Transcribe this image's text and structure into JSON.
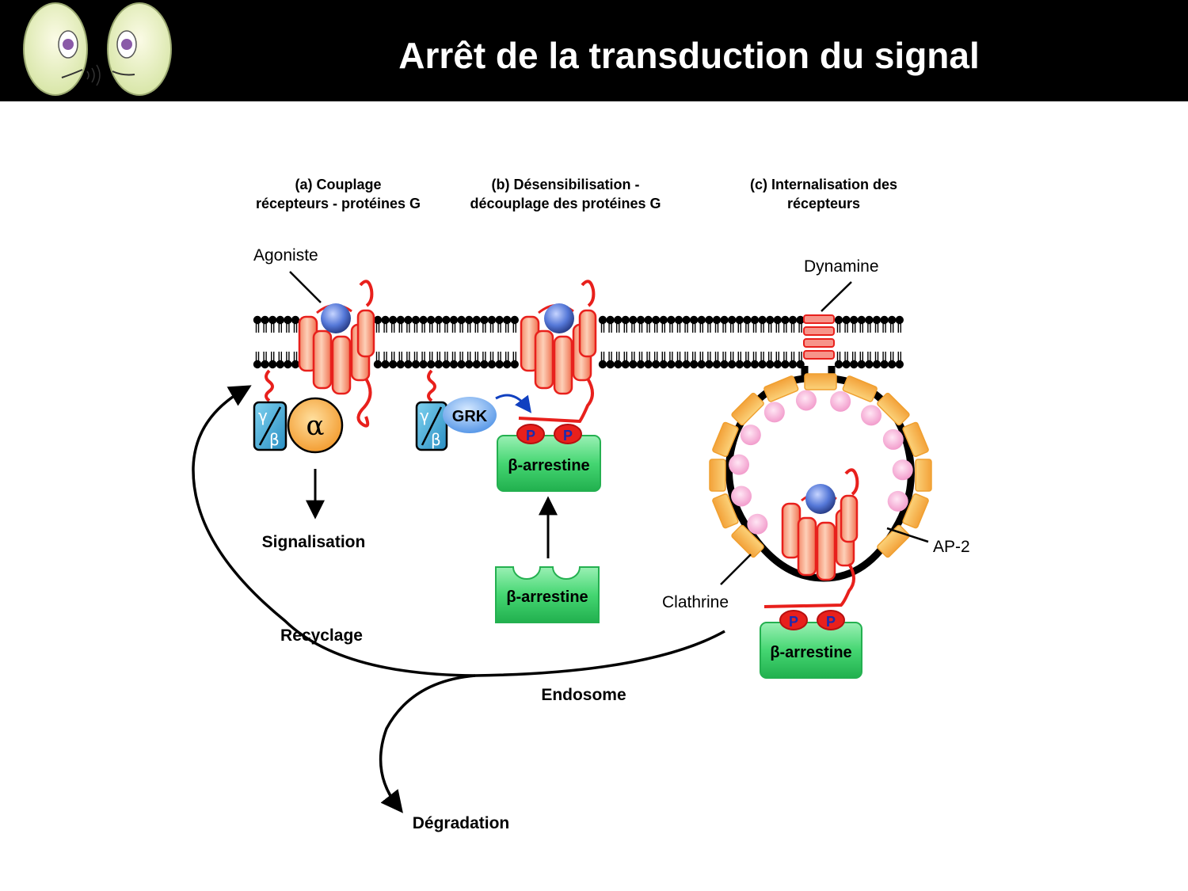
{
  "slide": {
    "title": "Arrêt de la transduction du signal",
    "logo_icon": "two-faces-talking-icon"
  },
  "panels": {
    "a": {
      "line1": "(a) Couplage",
      "line2": "récepteurs - protéines G"
    },
    "b": {
      "line1": "(b) Désensibilisation -",
      "line2": "découplage des protéines G"
    },
    "c": {
      "line1": "(c) Internalisation des",
      "line2": "récepteurs"
    }
  },
  "labels": {
    "agoniste": "Agoniste",
    "dynamine": "Dynamine",
    "gamma": "γ",
    "beta": "β",
    "alpha": "α",
    "grk": "GRK",
    "p": "P",
    "barrestine": "β-arrestine",
    "signalisation": "Signalisation",
    "ap2": "AP-2",
    "clathrine": "Clathrine",
    "recyclage": "Recyclage",
    "endosome": "Endosome",
    "degradation": "Dégradation"
  },
  "colors": {
    "header_bg": "#000000",
    "receptor_red": "#e8201c",
    "receptor_fill": "#f7a48a",
    "agonist_blue": "#5578d8",
    "gbeta_blue": "#3aa0d0",
    "alpha_orange": "#f6a53a",
    "arrestin_green": "#3ccf6a",
    "grk_blue": "#6aa8ea",
    "clathrin_orange": "#f7b84a",
    "ap2_pink": "#f6b6d8"
  }
}
